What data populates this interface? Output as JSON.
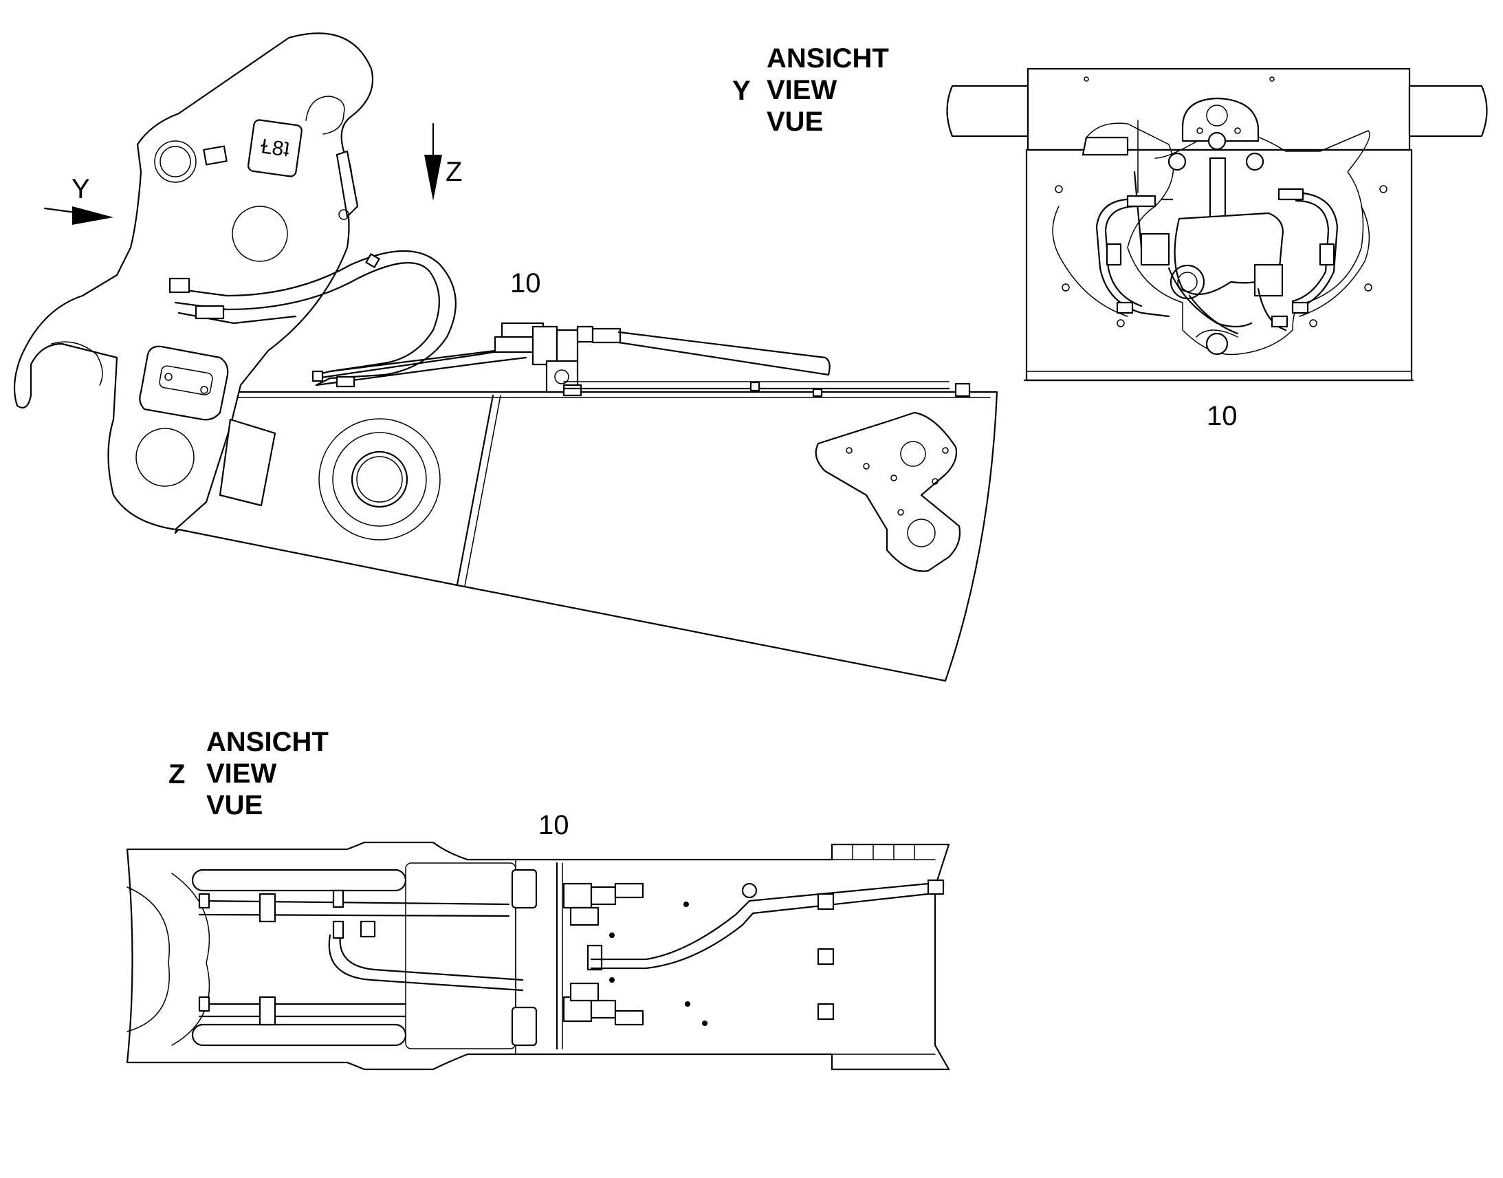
{
  "view_y": {
    "letter": "Y",
    "lines": [
      "ANSICHT",
      "VIEW",
      "VUE"
    ],
    "callout": "10"
  },
  "view_z": {
    "letter": "Z",
    "lines": [
      "ANSICHT",
      "VIEW",
      "VUE"
    ],
    "callout": "10"
  },
  "main_view": {
    "callout": "10",
    "arrow_y_label": "Y",
    "arrow_z_label": "Z",
    "plate_marking": "Ɫ8ʇ"
  },
  "colors": {
    "line": "#000000",
    "background": "#ffffff"
  }
}
